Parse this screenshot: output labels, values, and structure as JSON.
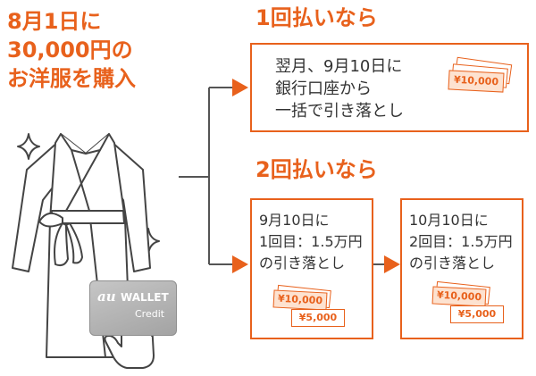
{
  "purchase": {
    "line1": "8月1日に",
    "line2": "30,000円の",
    "line3": "お洋服を購入"
  },
  "single": {
    "heading": "1回払いなら",
    "lines": [
      "翌月、9月10日に",
      "銀行口座から",
      "一括で引き落とし"
    ],
    "bill": "¥10,000"
  },
  "split": {
    "heading": "2回払いなら",
    "first": {
      "lines": [
        "9月10日に",
        "1回目：1.5万円",
        "の引き落とし"
      ],
      "bill_large": "¥10,000",
      "bill_small": "¥5,000"
    },
    "second": {
      "lines": [
        "10月10日に",
        "2回目：1.5万円",
        "の引き落とし"
      ],
      "bill_large": "¥10,000",
      "bill_small": "¥5,000"
    }
  },
  "card": {
    "brand": "au",
    "name": "WALLET",
    "sub": "Credit"
  },
  "colors": {
    "accent": "#e8611c",
    "text": "#333333",
    "line": "#555555"
  },
  "icons": [
    "sparkle-icon",
    "robe-illustration",
    "hand-pointer-icon",
    "arrow-right-icon",
    "yen-bill-icon"
  ]
}
